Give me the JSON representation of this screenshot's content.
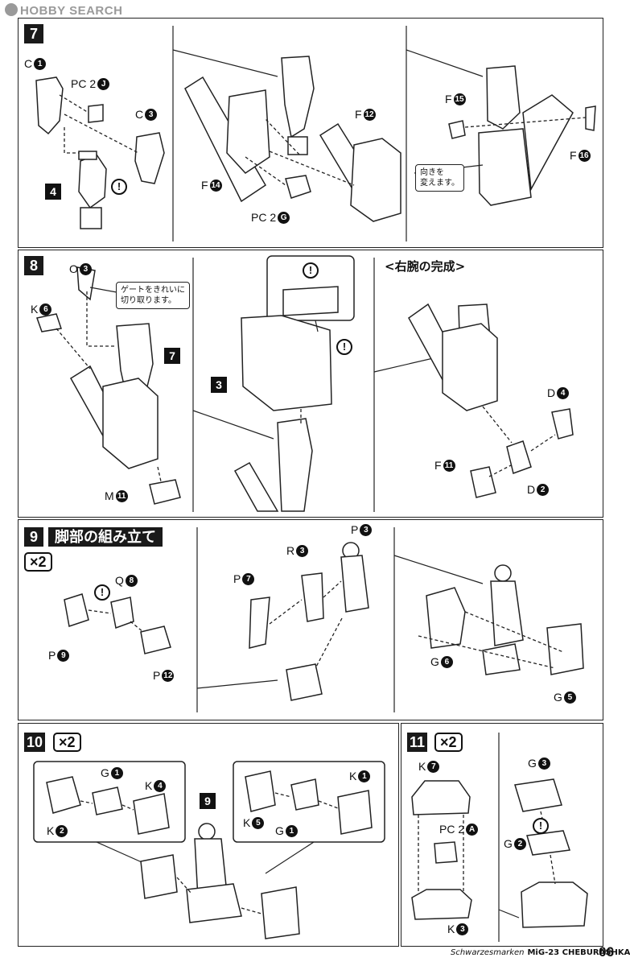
{
  "watermark": "HOBBY SEARCH",
  "steps": {
    "s7": {
      "number": "7"
    },
    "s8": {
      "number": "8",
      "sub": "7",
      "sub3": "3",
      "completion_title": "<右腕の完成>"
    },
    "s9": {
      "number": "9",
      "title": "脚部の組み立て",
      "multiplier": "×2"
    },
    "s10": {
      "number": "10",
      "multiplier": "×2",
      "sub": "9"
    },
    "s11": {
      "number": "11",
      "multiplier": "×2"
    }
  },
  "notes": {
    "gate": "ゲートをきれいに\n切り取ります。",
    "orientation": "向きを\n変えます。"
  },
  "caution_mark": "!",
  "sub4": "4",
  "parts": {
    "c1": {
      "letter": "C",
      "num": "1"
    },
    "pc2j": {
      "letter": "PC 2",
      "num": "J"
    },
    "c3": {
      "letter": "C",
      "num": "3"
    },
    "f12": {
      "letter": "F",
      "num": "12"
    },
    "f14": {
      "letter": "F",
      "num": "14"
    },
    "pc2g": {
      "letter": "PC 2",
      "num": "G"
    },
    "f15": {
      "letter": "F",
      "num": "15"
    },
    "f16": {
      "letter": "F",
      "num": "16"
    },
    "o3": {
      "letter": "O",
      "num": "3"
    },
    "k6": {
      "letter": "K",
      "num": "6"
    },
    "m11": {
      "letter": "M",
      "num": "11"
    },
    "d4": {
      "letter": "D",
      "num": "4"
    },
    "f11": {
      "letter": "F",
      "num": "11"
    },
    "d2": {
      "letter": "D",
      "num": "2"
    },
    "q8": {
      "letter": "Q",
      "num": "8"
    },
    "p9": {
      "letter": "P",
      "num": "9"
    },
    "p12": {
      "letter": "P",
      "num": "12"
    },
    "r3": {
      "letter": "R",
      "num": "3"
    },
    "p3": {
      "letter": "P",
      "num": "3"
    },
    "p7": {
      "letter": "P",
      "num": "7"
    },
    "g6": {
      "letter": "G",
      "num": "6"
    },
    "g5": {
      "letter": "G",
      "num": "5"
    },
    "g1a": {
      "letter": "G",
      "num": "1"
    },
    "k4": {
      "letter": "K",
      "num": "4"
    },
    "k2": {
      "letter": "K",
      "num": "2"
    },
    "k1": {
      "letter": "K",
      "num": "1"
    },
    "k5": {
      "letter": "K",
      "num": "5"
    },
    "g1b": {
      "letter": "G",
      "num": "1"
    },
    "k7": {
      "letter": "K",
      "num": "7"
    },
    "pc2a": {
      "letter": "PC 2",
      "num": "A"
    },
    "k3": {
      "letter": "K",
      "num": "3"
    },
    "g3": {
      "letter": "G",
      "num": "3"
    },
    "g2": {
      "letter": "G",
      "num": "2"
    }
  },
  "footer": {
    "series": "Schwarzesmarken",
    "model": "MiG-23 CHEBURASHKA"
  },
  "page_number": "06"
}
